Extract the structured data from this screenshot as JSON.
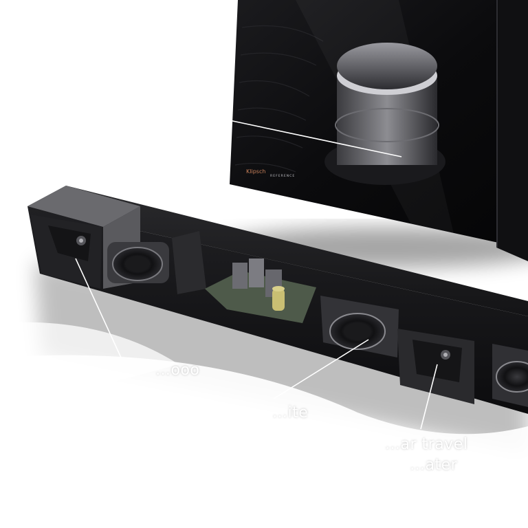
{
  "brand": {
    "logo_text": "Klipsch",
    "logo_suffix": "REFERENCE"
  },
  "callouts": [
    {
      "text": "…ooo"
    },
    {
      "text": "…ite"
    },
    {
      "text": "…ar travel"
    },
    {
      "text": "…ater"
    }
  ],
  "colors": {
    "background": "#ffffff",
    "cabinet": "#0d0d0f",
    "soundbar": "#1a1a1c",
    "accent_copper": "#c8805a",
    "callout_line": "#ffffff"
  }
}
